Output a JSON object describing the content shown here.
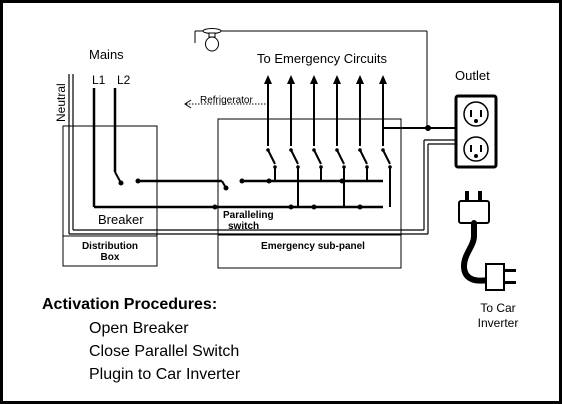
{
  "labels": {
    "mains": "Mains",
    "l1": "L1",
    "l2": "L2",
    "neutral": "Neutral",
    "refrigerator": "Refrigerator",
    "emergency_circuits": "To Emergency Circuits",
    "outlet": "Outlet",
    "breaker": "Breaker",
    "paralleling_switch_line1": "Paralleling",
    "paralleling_switch_line2": "switch",
    "distribution_box_line1": "Distribution",
    "distribution_box_line2": "Box",
    "emergency_subpanel": "Emergency sub-panel",
    "car_inverter_line1": "To Car",
    "car_inverter_line2": "Inverter"
  },
  "procedures": {
    "title": "Activation Procedures:",
    "steps": [
      "Open Breaker",
      "Close Parallel Switch",
      "Plugin to Car Inverter"
    ]
  },
  "emergency_circuit_count": 6,
  "colors": {
    "ink": "#000000",
    "background": "#ffffff"
  }
}
